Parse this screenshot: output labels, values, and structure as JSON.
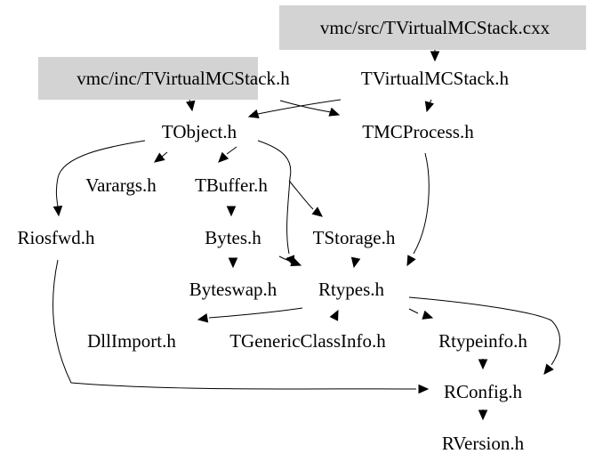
{
  "diagram": {
    "type": "include-dependency-graph",
    "nodes": [
      {
        "id": "src_cxx",
        "label": "vmc/src/TVirtualMCStack.cxx",
        "highlighted": true
      },
      {
        "id": "inc_h",
        "label": "vmc/inc/TVirtualMCStack.h",
        "highlighted": true
      },
      {
        "id": "tvmcstack",
        "label": "TVirtualMCStack.h",
        "highlighted": false
      },
      {
        "id": "tobject",
        "label": "TObject.h",
        "highlighted": false
      },
      {
        "id": "tmcprocess",
        "label": "TMCProcess.h",
        "highlighted": false
      },
      {
        "id": "varargs",
        "label": "Varargs.h",
        "highlighted": false
      },
      {
        "id": "tbuffer",
        "label": "TBuffer.h",
        "highlighted": false
      },
      {
        "id": "riosfwd",
        "label": "Riosfwd.h",
        "highlighted": false
      },
      {
        "id": "bytes",
        "label": "Bytes.h",
        "highlighted": false
      },
      {
        "id": "tstorage",
        "label": "TStorage.h",
        "highlighted": false
      },
      {
        "id": "byteswap",
        "label": "Byteswap.h",
        "highlighted": false
      },
      {
        "id": "rtypes",
        "label": "Rtypes.h",
        "highlighted": false
      },
      {
        "id": "dllimport",
        "label": "DllImport.h",
        "highlighted": false
      },
      {
        "id": "tgeneric",
        "label": "TGenericClassInfo.h",
        "highlighted": false
      },
      {
        "id": "rtypeinfo",
        "label": "Rtypeinfo.h",
        "highlighted": false
      },
      {
        "id": "rconfig",
        "label": "RConfig.h",
        "highlighted": false
      },
      {
        "id": "rversion",
        "label": "RVersion.h",
        "highlighted": false
      }
    ],
    "edges": [
      {
        "from": "src_cxx",
        "to": "tvmcstack"
      },
      {
        "from": "inc_h",
        "to": "tobject"
      },
      {
        "from": "inc_h",
        "to": "tmcprocess"
      },
      {
        "from": "tvmcstack",
        "to": "tobject"
      },
      {
        "from": "tvmcstack",
        "to": "tmcprocess"
      },
      {
        "from": "tobject",
        "to": "riosfwd"
      },
      {
        "from": "tobject",
        "to": "varargs"
      },
      {
        "from": "tobject",
        "to": "tbuffer"
      },
      {
        "from": "tobject",
        "to": "rtypes"
      },
      {
        "from": "tbuffer",
        "to": "bytes"
      },
      {
        "from": "tbuffer",
        "to": "tstorage"
      },
      {
        "from": "tmcprocess",
        "to": "rtypes"
      },
      {
        "from": "bytes",
        "to": "byteswap"
      },
      {
        "from": "bytes",
        "to": "rtypes"
      },
      {
        "from": "tstorage",
        "to": "rtypes"
      },
      {
        "from": "rtypes",
        "to": "dllimport"
      },
      {
        "from": "tgeneric",
        "to": "rtypes"
      },
      {
        "from": "rtypes",
        "to": "rtypeinfo"
      },
      {
        "from": "rtypes",
        "to": "rconfig"
      },
      {
        "from": "riosfwd",
        "to": "rconfig"
      },
      {
        "from": "rtypeinfo",
        "to": "rconfig"
      },
      {
        "from": "rconfig",
        "to": "rversion"
      }
    ],
    "colors": {
      "highlight_fill": "#d3d3d3",
      "edge": "#000000",
      "text": "#000000",
      "background": "#ffffff"
    }
  }
}
